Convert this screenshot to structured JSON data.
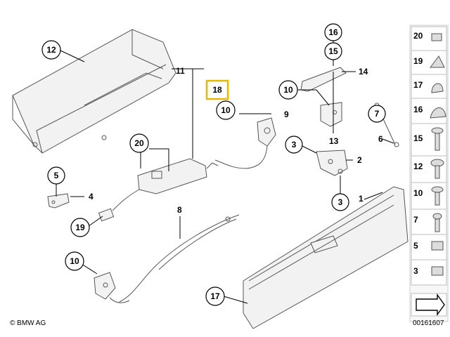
{
  "callouts": {
    "c12": "12",
    "c11": "11",
    "c18": "18",
    "c10a": "10",
    "c9": "9",
    "c20": "20",
    "c5": "5",
    "c4": "4",
    "c19": "19",
    "c8": "8",
    "c10b": "10",
    "c16": "16",
    "c15": "15",
    "c14": "14",
    "c10c": "10",
    "c7": "7",
    "c6": "6",
    "c13": "13",
    "c3a": "3",
    "c2": "2",
    "c3b": "3",
    "c1": "1",
    "c17": "17"
  },
  "sidebar": [
    "20",
    "19",
    "17",
    "16",
    "15",
    "12",
    "10",
    "7",
    "5",
    "3"
  ],
  "footer": {
    "brand": "© BMW AG",
    "code": "00161607"
  },
  "colors": {
    "highlight": "#e6b800",
    "line": "#555555"
  }
}
